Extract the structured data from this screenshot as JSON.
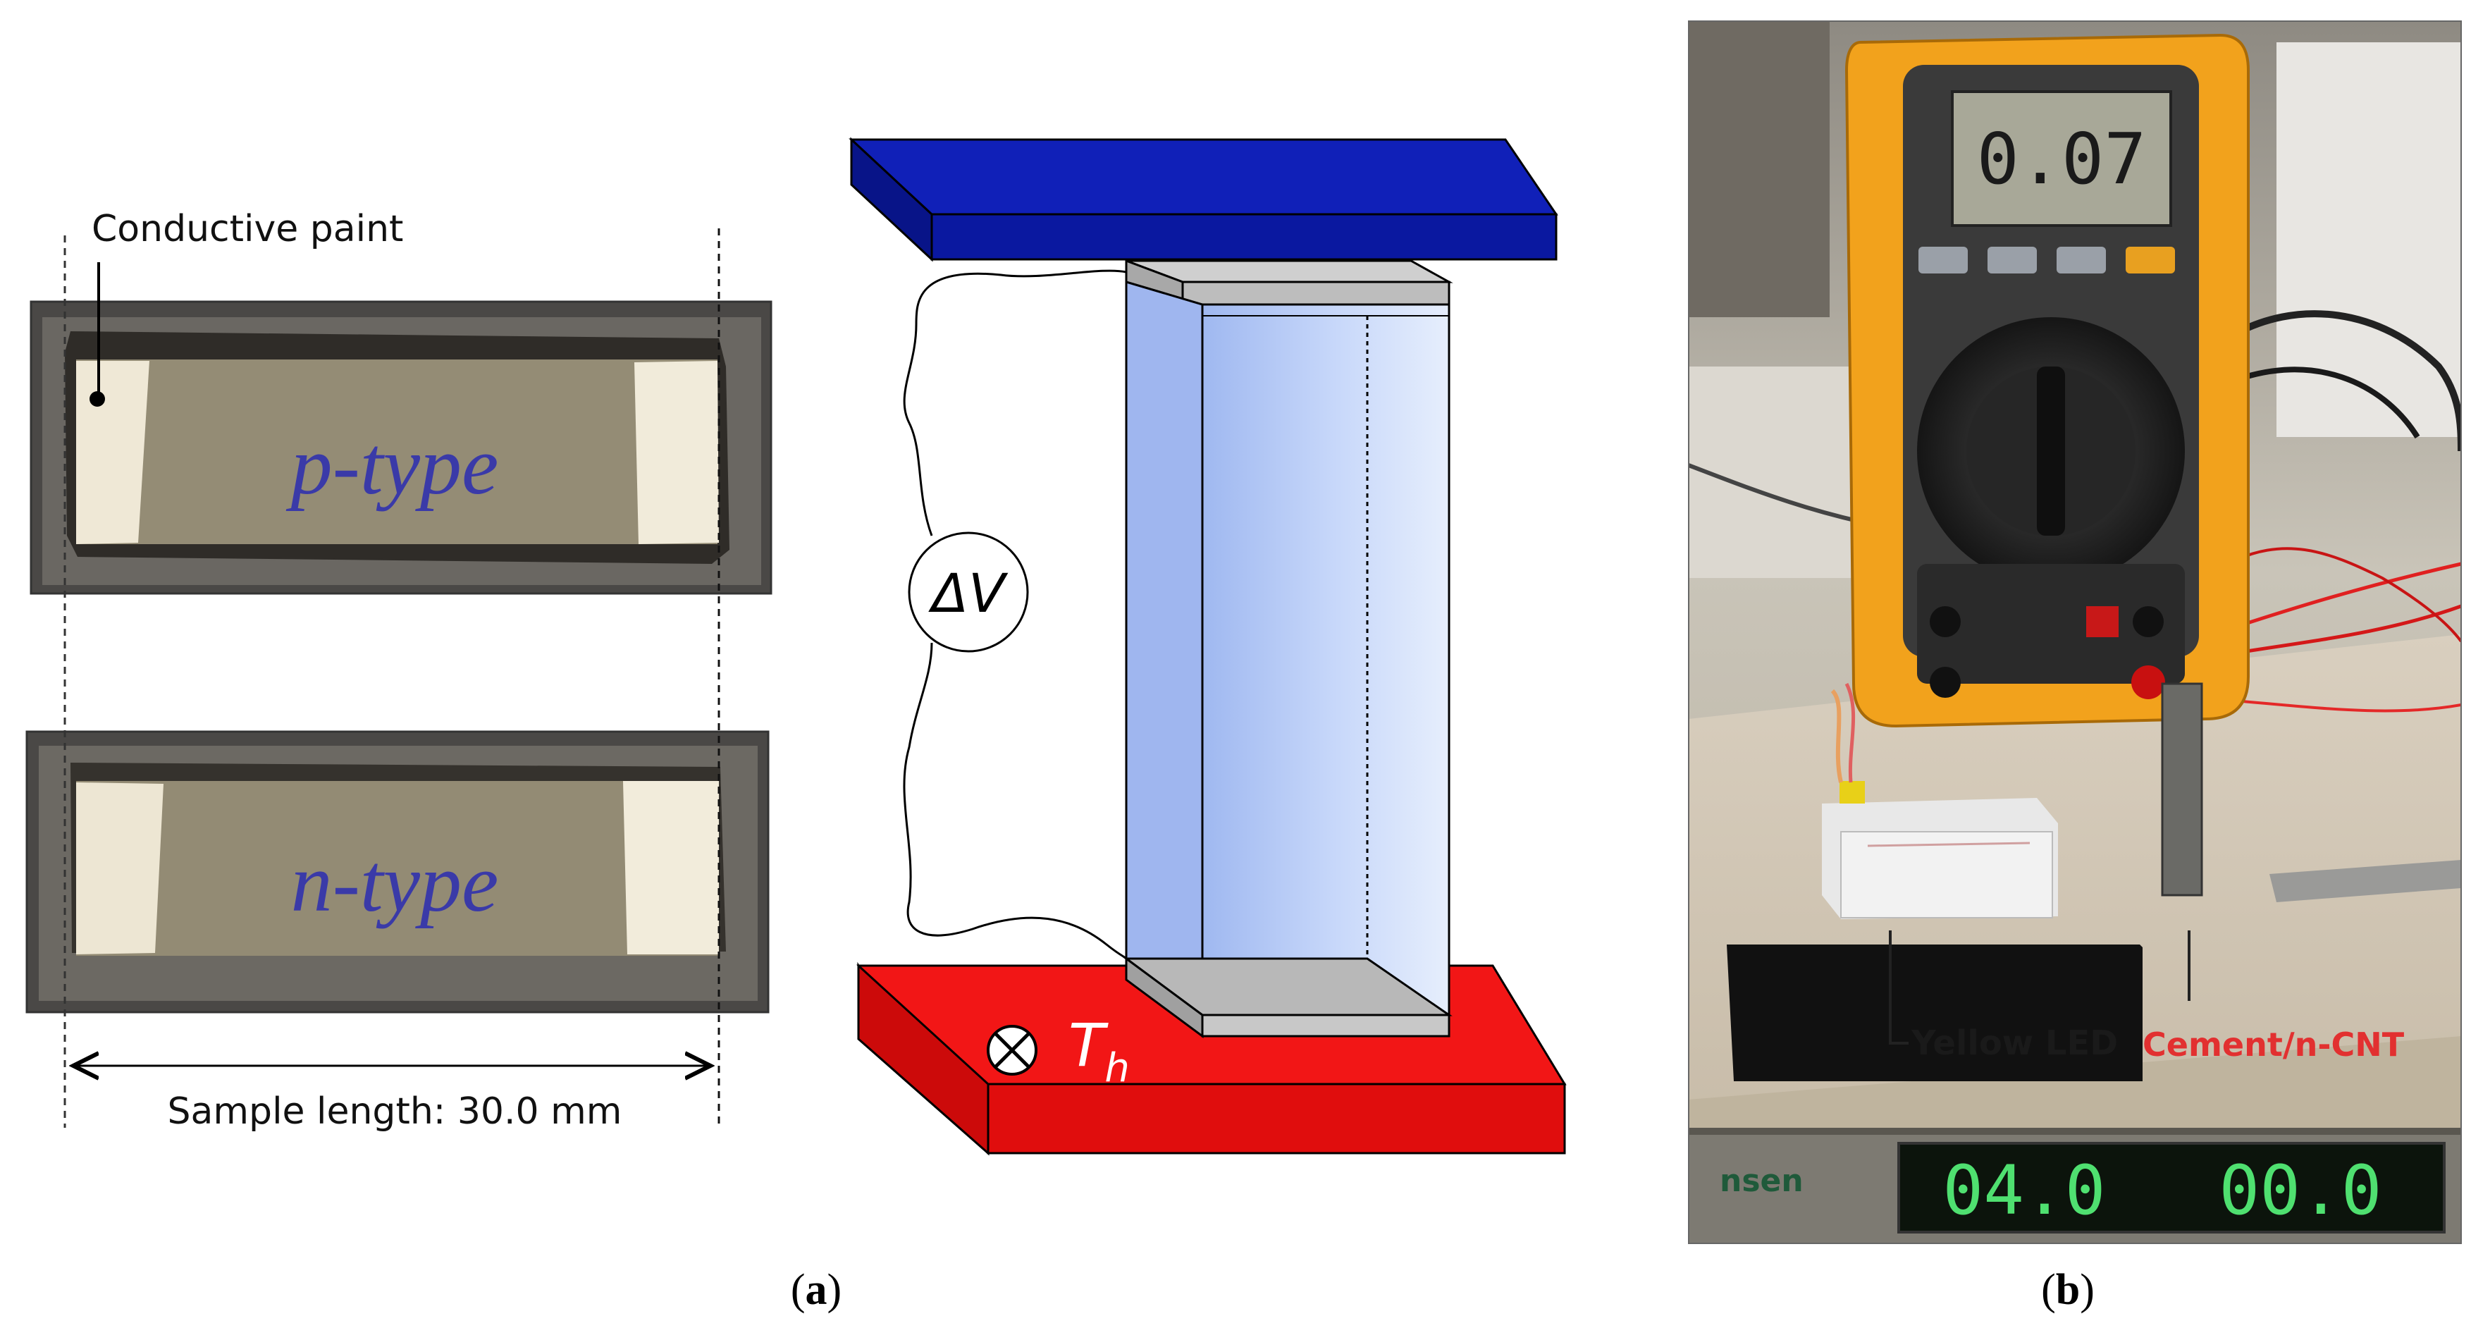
{
  "panel_a": {
    "callout": "Conductive paint",
    "samples": [
      {
        "handwriting": "p-type"
      },
      {
        "handwriting": "n-type"
      }
    ],
    "dimension": "Sample length: 30.0 mm",
    "voltage_symbol": "ΔV",
    "hot_symbol_base": "T",
    "hot_symbol_sub": "h",
    "caption_letter": "a"
  },
  "panel_b": {
    "meter_reading": "0.07",
    "annotation_led": "Yellow LED",
    "annotation_sample": "Cement/n-CNT",
    "readout_left": "04.0",
    "readout_right": "00.0",
    "caption_letter": "b"
  },
  "colors": {
    "top_plate": "#0a1aa8",
    "bottom_plate": "#ee1010",
    "sample_face": "#bcd0f5",
    "meter_body": "#f0a020",
    "led_label_color": "#1a1a1a",
    "sample_label_color": "#e23030",
    "readout_green": "#4fe070"
  }
}
